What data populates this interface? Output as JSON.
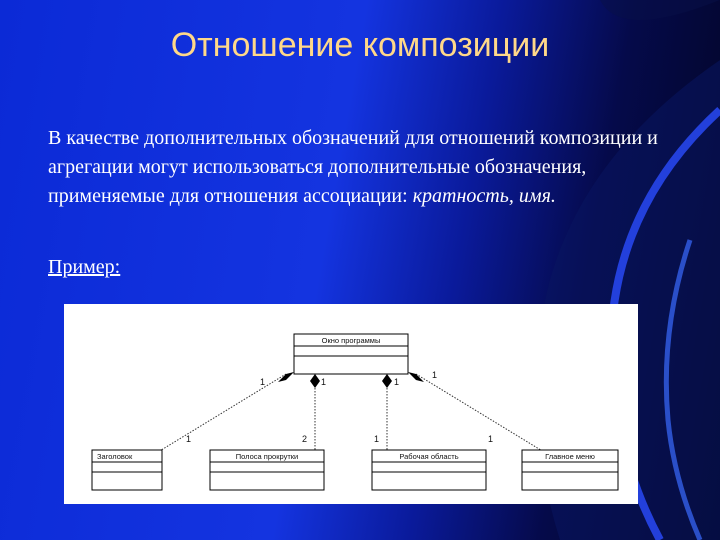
{
  "slide": {
    "title": "Отношение композиции",
    "paragraph_text": "В качестве дополнительных обозначений для отношений композиции и агрегации могут использоваться дополнительные обозначения, применяемые для отношения ассоциации: ",
    "paragraph_italic": "кратность, имя.",
    "example_label": "Пример:"
  },
  "diagram": {
    "root_class": "Окно программы",
    "parts": [
      {
        "name": "Заголовок",
        "mult_whole": "1",
        "mult_part": "1"
      },
      {
        "name": "Полоса прокрутки",
        "mult_whole": "1",
        "mult_part": "2"
      },
      {
        "name": "Рабочая область",
        "mult_whole": "1",
        "mult_part": "1"
      },
      {
        "name": "Главное меню",
        "mult_whole": "1",
        "mult_part": "1"
      }
    ]
  },
  "colors": {
    "title": "#ffd889",
    "background_accent": "#1434e0",
    "text": "#ffffff"
  }
}
